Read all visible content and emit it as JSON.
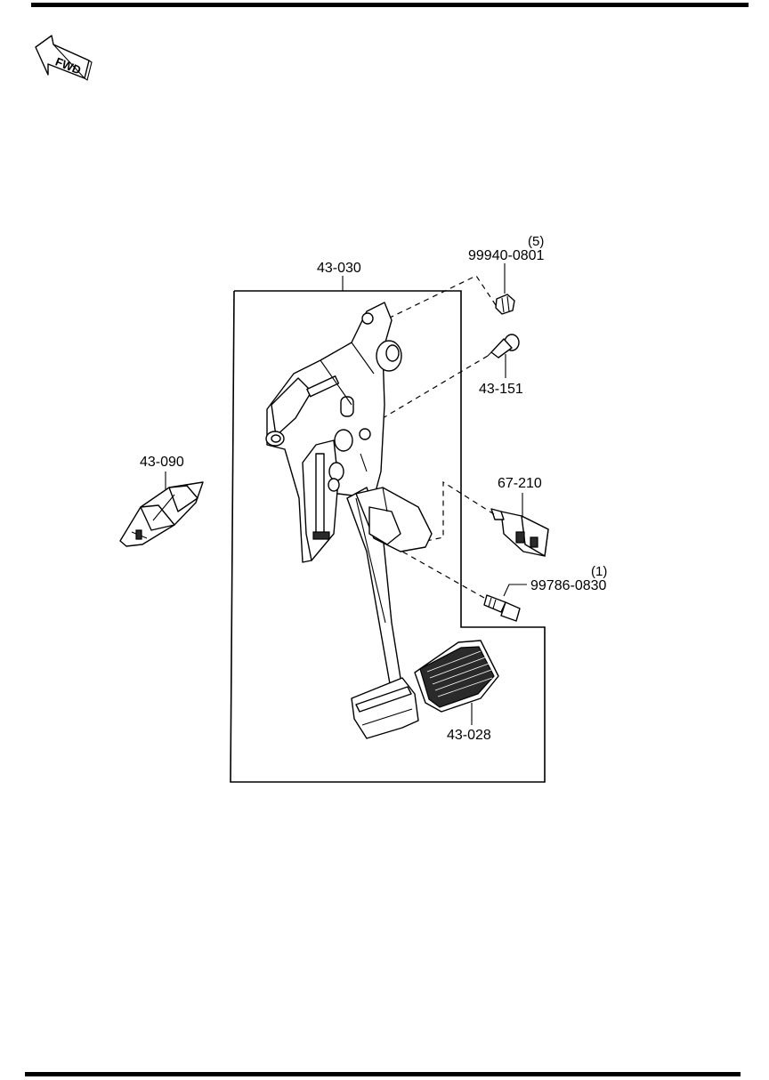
{
  "fwd_indicator": {
    "label": "FWD"
  },
  "callouts": {
    "assembly": "43-030",
    "nut": "99940-0801",
    "nut_qty": "(5)",
    "pin": "43-151",
    "bracket": "43-090",
    "switch": "67-210",
    "bolt": "99786-0830",
    "bolt_qty": "(1)",
    "pad": "43-028"
  }
}
